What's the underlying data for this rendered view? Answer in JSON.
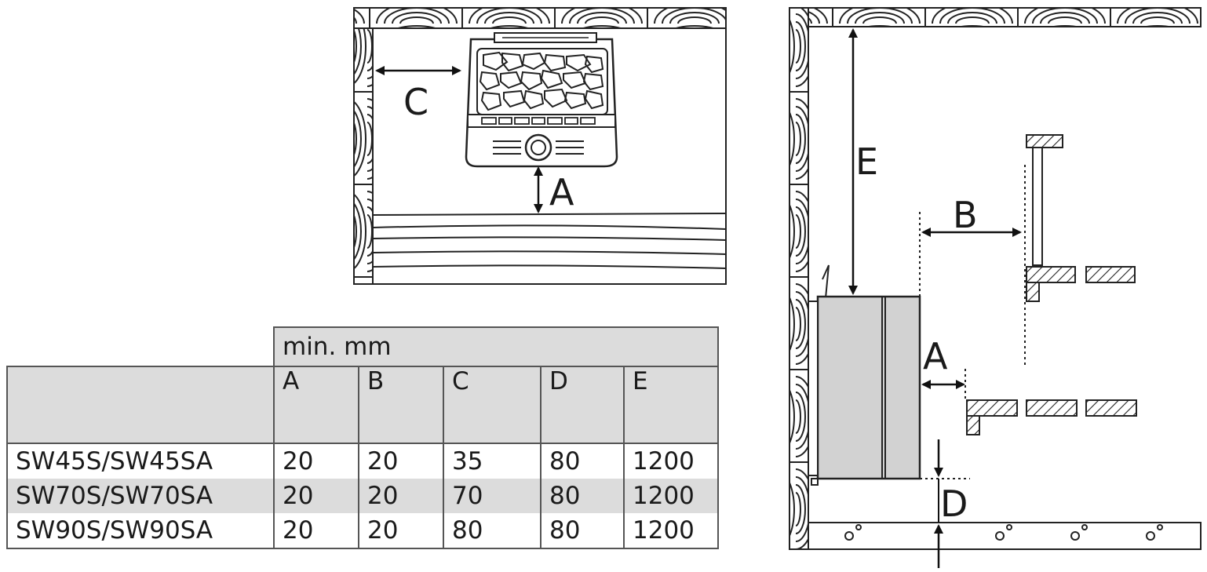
{
  "labels": {
    "A_top": "A",
    "C_top": "C",
    "E_side": "E",
    "B_side": "B",
    "A_side": "A",
    "D_side": "D"
  },
  "table": {
    "unit": "min. mm",
    "columns": [
      "A",
      "B",
      "C",
      "D",
      "E"
    ],
    "rows": [
      {
        "model": "SW45S/SW45SA",
        "values": [
          "20",
          "20",
          "35",
          "80",
          "1200"
        ]
      },
      {
        "model": "SW70S/SW70SA",
        "values": [
          "20",
          "20",
          "70",
          "80",
          "1200"
        ]
      },
      {
        "model": "SW90S/SW90SA",
        "values": [
          "20",
          "20",
          "80",
          "80",
          "1200"
        ]
      }
    ]
  }
}
